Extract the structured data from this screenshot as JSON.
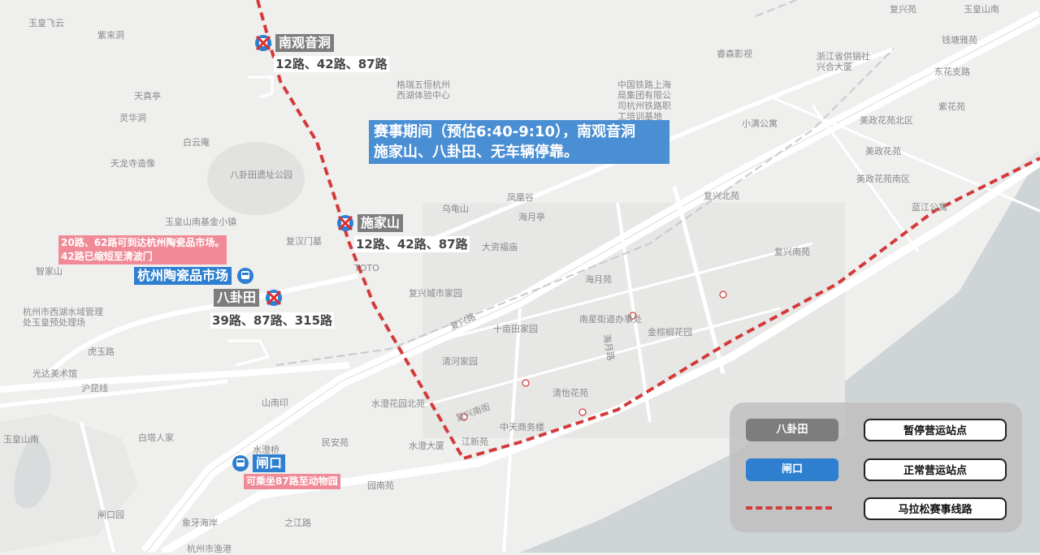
{
  "colors": {
    "route": "#d33a3a",
    "suspended": "#7d7d7d",
    "normal": "#2e7fd0",
    "note": "#f08a96",
    "water": "#cfd4d7",
    "road": "#ffffff"
  },
  "announcement": {
    "line1": "赛事期间（预估6:40-9:10），南观音洞",
    "line2": "施家山、八卦田、无车辆停靠。"
  },
  "stops": {
    "nanguanyindong": {
      "name": "南观音洞",
      "routes": "12路、42路、87路",
      "icon": "bus-stop-closed-icon"
    },
    "shijiashan": {
      "name": "施家山",
      "routes": "12路、42路、87路",
      "icon": "bus-stop-closed-icon"
    },
    "baguatian": {
      "name": "八卦田",
      "routes": "39路、87路、315路",
      "icon": "bus-stop-closed-icon"
    },
    "taociyinshichang": {
      "name": "杭州陶瓷品市场",
      "icon": "bus-stop-open-icon",
      "note_line1": "20路、62路可到达杭州陶瓷品市场。",
      "note_line2": "42路已缩短至清波门"
    },
    "zhakou": {
      "name": "闸口",
      "icon": "bus-stop-open-icon",
      "note": "可乘坐87路至动物园"
    }
  },
  "legend": {
    "suspended_sample": "八卦田",
    "suspended_label": "暂停营运站点",
    "normal_sample": "闸口",
    "normal_label": "正常营运站点",
    "route_label": "马拉松赛事线路"
  },
  "map_labels": [
    "玉皇飞云",
    "紫来洞",
    "天真亭",
    "灵华洞",
    "白云庵",
    "天龙寺造像",
    "八卦田遗址公园",
    "玉皇山南基金小镇",
    "复汉门墓",
    "智家山",
    "杭州市西湖水域管理处玉皇预处理场",
    "虎玉路",
    "光达美术馆",
    "沪昆线",
    "山南印",
    "白塔人家",
    "民安苑",
    "水澄花园北苑",
    "水澄大厦",
    "水澄桥",
    "闸口园",
    "象牙海岸",
    "杭州市渔港",
    "之江路",
    "玉皇山南",
    "格瑞五恒杭州西湖体验中心",
    "乌龟山",
    "凤凰谷",
    "海月亭",
    "大资福庙",
    "复兴城市家园",
    "复兴路",
    "十亩田家园",
    "清河家园",
    "南星街道办事处",
    "海月苑",
    "金棕榈花园",
    "海月路",
    "中天商务楼",
    "清怡花苑",
    "江新苑",
    "园南苑",
    "复兴北苑",
    "复兴南苑",
    "中国铁路上海局集团有限公司杭州铁路职工培训基地",
    "睿森影视",
    "小满公寓",
    "浙江省供销社兴合大厦",
    "钱塘雅苑",
    "东花支路",
    "紫花苑",
    "美政花苑北区",
    "美政花苑",
    "美政花苑南区",
    "蓝江公寓",
    "复兴苑",
    "玉皇山南",
    "TOTO",
    "复兴南街"
  ]
}
